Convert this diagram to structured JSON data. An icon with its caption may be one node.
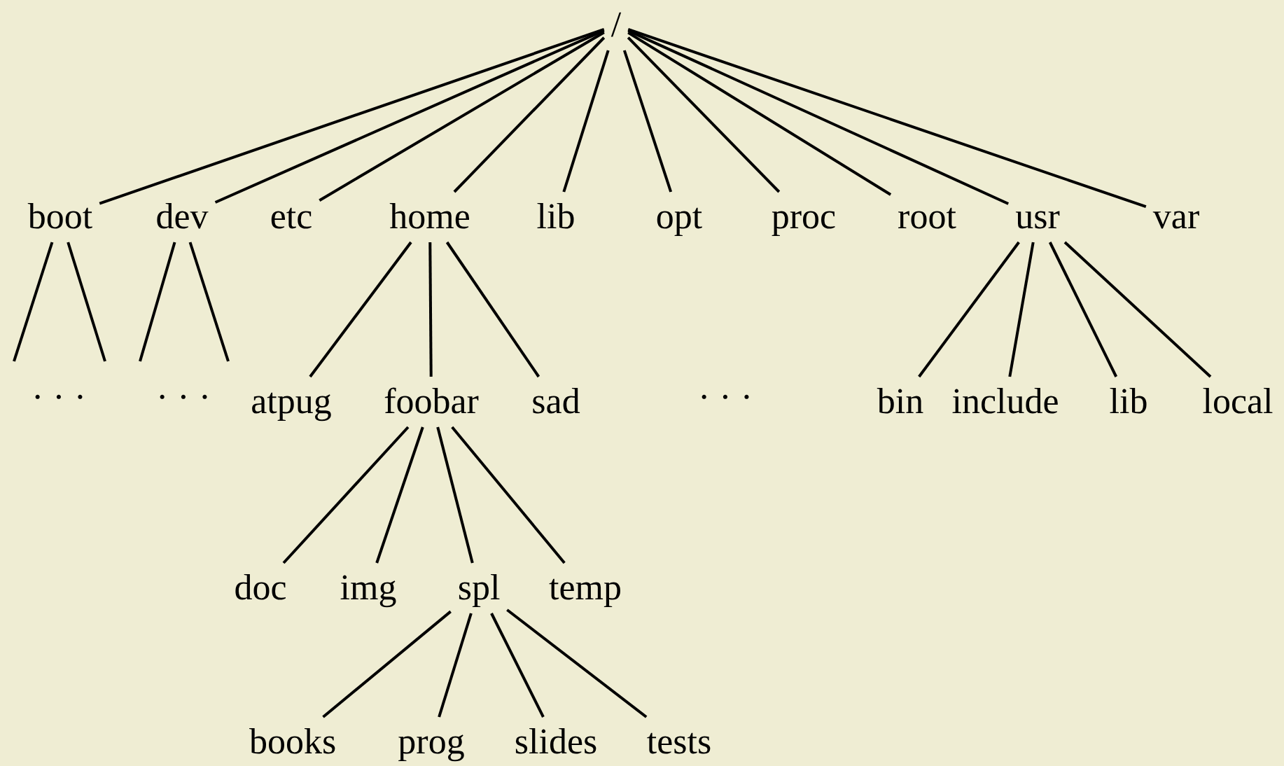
{
  "diagram": {
    "nodes": [
      {
        "text": [
          "/"
        ]
      },
      {
        "text": [
          "boot"
        ]
      },
      {
        "text": [
          "dev"
        ]
      },
      {
        "text": [
          "etc"
        ]
      },
      {
        "text": [
          "home"
        ]
      },
      {
        "text": [
          "lib"
        ]
      },
      {
        "text": [
          "opt"
        ]
      },
      {
        "text": [
          "proc"
        ]
      },
      {
        "text": [
          "root"
        ]
      },
      {
        "text": [
          "usr"
        ]
      },
      {
        "text": [
          "var"
        ]
      },
      {
        "text": [
          "atpug"
        ]
      },
      {
        "text": [
          "foobar"
        ]
      },
      {
        "text": [
          "sad"
        ]
      },
      {
        "text": [
          "bin"
        ]
      },
      {
        "text": [
          "include"
        ]
      },
      {
        "text": [
          "lib"
        ]
      },
      {
        "text": [
          "local"
        ]
      },
      {
        "text": [
          "doc"
        ]
      },
      {
        "text": [
          "img"
        ]
      },
      {
        "text": [
          "spl"
        ]
      },
      {
        "text": [
          "temp"
        ]
      },
      {
        "text": [
          "books"
        ]
      },
      {
        "text": [
          "prog"
        ]
      },
      {
        "text": [
          "slides"
        ]
      },
      {
        "text": [
          "tests"
        ]
      }
    ],
    "edges": [
      {
        "from": 0,
        "to": 1,
        "arrow": "none"
      },
      {
        "from": 0,
        "to": 2,
        "arrow": "none"
      },
      {
        "from": 0,
        "to": 3,
        "arrow": "none"
      },
      {
        "from": 0,
        "to": 4,
        "arrow": "none"
      },
      {
        "from": 0,
        "to": 5,
        "arrow": "none"
      },
      {
        "from": 0,
        "to": 6,
        "arrow": "none"
      },
      {
        "from": 0,
        "to": 7,
        "arrow": "none"
      },
      {
        "from": 0,
        "to": 8,
        "arrow": "none"
      },
      {
        "from": 0,
        "to": 9,
        "arrow": "none"
      },
      {
        "from": 0,
        "to": 10,
        "arrow": "none"
      },
      {
        "from": 1,
        "to": null,
        "arrow": "none"
      },
      {
        "from": 1,
        "to": null,
        "arrow": "none"
      },
      {
        "from": 2,
        "to": null,
        "arrow": "none"
      },
      {
        "from": 2,
        "to": null,
        "arrow": "none"
      },
      {
        "from": 4,
        "to": 11,
        "arrow": "none"
      },
      {
        "from": 4,
        "to": 12,
        "arrow": "none"
      },
      {
        "from": 4,
        "to": 13,
        "arrow": "none"
      },
      {
        "from": 9,
        "to": 14,
        "arrow": "none"
      },
      {
        "from": 9,
        "to": 15,
        "arrow": "none"
      },
      {
        "from": 9,
        "to": 16,
        "arrow": "none"
      },
      {
        "from": 9,
        "to": 17,
        "arrow": "none"
      },
      {
        "from": 12,
        "to": 18,
        "arrow": "none"
      },
      {
        "from": 12,
        "to": 19,
        "arrow": "none"
      },
      {
        "from": 12,
        "to": 20,
        "arrow": "none"
      },
      {
        "from": 12,
        "to": 21,
        "arrow": "none"
      },
      {
        "from": 20,
        "to": 22,
        "arrow": "none"
      },
      {
        "from": 20,
        "to": 23,
        "arrow": "none"
      },
      {
        "from": 20,
        "to": 24,
        "arrow": "none"
      },
      {
        "from": 20,
        "to": 25,
        "arrow": "none"
      }
    ],
    "labels": [
      "· · ·",
      "· · ·",
      "· · ·"
    ]
  }
}
